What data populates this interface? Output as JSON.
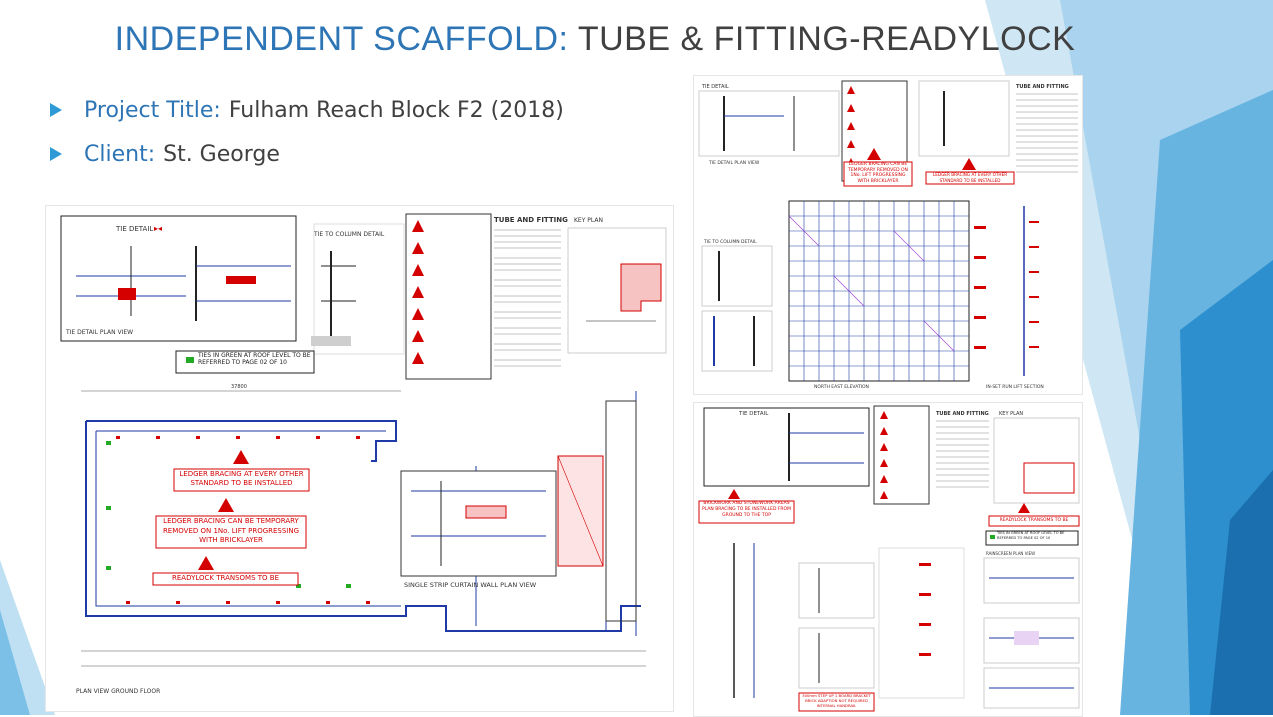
{
  "header": {
    "title_part1": "INDEPENDENT SCAFFOLD:",
    "title_part2": "TUBE & FITTING-READYLOCK"
  },
  "bullets": [
    {
      "label": "Project Title:",
      "value": "Fulham Reach Block F2 (2018)"
    },
    {
      "label": "Client:",
      "value": "St. George"
    }
  ],
  "drawing_left": {
    "tie_detail": "TIE DETAIL",
    "tie_plan": "TIE DETAIL PLAN VIEW",
    "tie_column": "TIE TO COLUMN DETAIL",
    "tube_fitting": "TUBE AND FITTING",
    "key_plan": "KEY PLAN",
    "ties_green": "TIES IN GREEN AT ROOF LEVEL TO BE REFERRED TO PAGE 02 OF 10",
    "note_ledger_other": "LEDGER BRACING AT EVERY OTHER STANDARD TO BE INSTALLED",
    "note_ledger_temp": "LEDGER BRACING CAN BE TEMPORARY REMOVED ON 1No. LIFT PROGRESSING WITH BRICKLAYER",
    "note_readylock": "READYLOCK TRANSOMS TO BE INSTALLED",
    "curtain_wall": "SINGLE STRIP CURTAIN WALL PLAN VIEW",
    "plan_view": "PLAN VIEW GROUND FLOOR",
    "dim_top": "37800"
  },
  "drawing_right_top": {
    "tie_detail": "TIE DETAIL",
    "tie_plan": "TIE DETAIL PLAN VIEW",
    "tie_column": "TIE TO COLUMN DETAIL",
    "tube_fitting": "TUBE AND FITTING",
    "note_ledger_temp": "LEDGER BRACING CAN BE TEMPORARY REMOVED ON 1No. LIFT PROGRESSING WITH BRICKLAYER",
    "note_ledger_other": "LEDGER BRACING AT EVERY OTHER STANDARD TO BE INSTALLED",
    "elevation": "NORTH EAST ELEVATION",
    "inset_run": "IN-SET RUN LIFT SECTION"
  },
  "drawing_right_bottom": {
    "tie_detail": "TIE DETAIL",
    "tube_fitting": "TUBE AND FITTING",
    "key_plan": "KEY PLAN",
    "note_brickwork": "BRICKWORK AND STONEWORK AREAS PLAN BRACING TO BE INSTALLED FROM GROUND TO THE TOP",
    "note_readylock": "READYLOCK TRANSOMS TO BE INSTALLED",
    "ties_green": "TIES IN GREEN AT ROOF LEVEL TO BE REFERRED TO PAGE 02 OF 10",
    "step_up": "300mm STEP UP 1 BOARD BRACKET BRICK ADAPTION NOT REQUIRED INTERNAL HANDRAIL",
    "rainscreen": "RAINSCREEN PLAN VIEW"
  },
  "colors": {
    "accent_blue": "#2e75b6",
    "bullet_blue": "#2e9bd6",
    "text_grey": "#404040",
    "drawing_red": "#d40000",
    "drawing_blue": "#1f3aa6"
  }
}
